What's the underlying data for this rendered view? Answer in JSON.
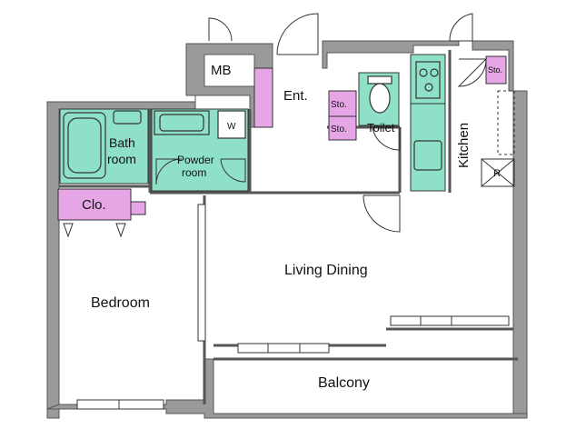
{
  "plan": {
    "rooms": {
      "mb": "MB",
      "entrance": "Ent.",
      "storage_top": "Sto.",
      "storage_bottom": "Sto.",
      "toilet": "Toilet",
      "kitchen": "Kitchen",
      "storage_kitchen": "Sto.",
      "refrigerator": "R",
      "washer": "W",
      "bath_line1": "Bath",
      "bath_line2": "room",
      "powder_line1": "Powder",
      "powder_line2": "room",
      "closet": "Clo.",
      "living": "Living Dining",
      "bedroom": "Bedroom",
      "balcony": "Balcony"
    },
    "colors": {
      "wall": "#9a9a9a",
      "wet_area": "#8fe0c8",
      "storage": "#e6a6e6",
      "floor": "#ffffff",
      "line": "#333333"
    }
  }
}
